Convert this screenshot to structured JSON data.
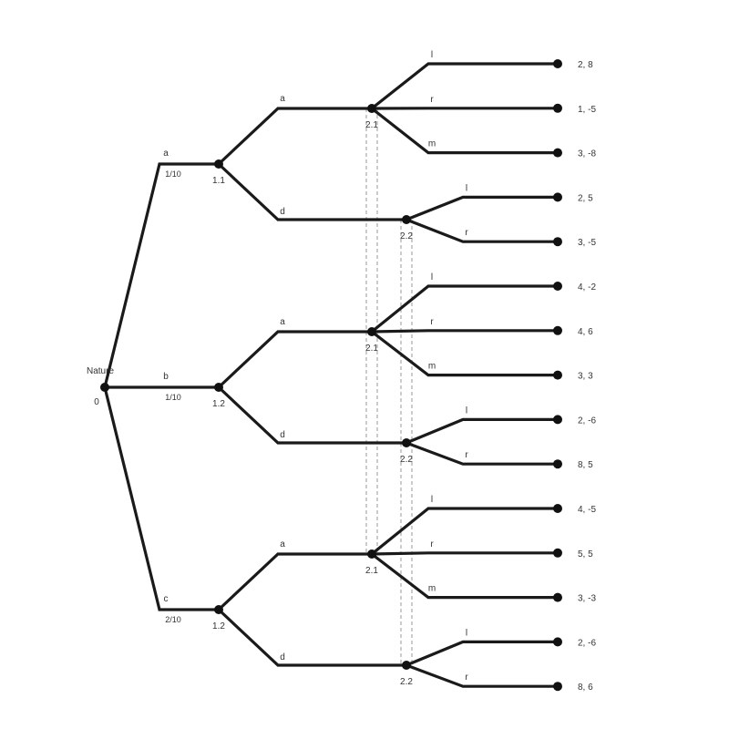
{
  "diagram": {
    "root": {
      "player": "Nature",
      "id": "0"
    },
    "nature_moves": [
      {
        "action": "a",
        "prob": "1/10",
        "node_id": "1.1"
      },
      {
        "action": "b",
        "prob": "1/10",
        "node_id": "1.2"
      },
      {
        "action": "c",
        "prob": "2/10",
        "node_id": "1.2"
      }
    ],
    "player1_actions": [
      "a",
      "d"
    ],
    "player2_info_sets": [
      "2.1",
      "2.2"
    ],
    "player2_actions_after_a": [
      "l",
      "r",
      "m"
    ],
    "player2_actions_after_d": [
      "l",
      "r"
    ],
    "payoffs": [
      "2, 8",
      "1, -5",
      "3, -8",
      "2, 5",
      "3, -5",
      "4, -2",
      "4, 6",
      "3, 3",
      "2, -6",
      "8, 5",
      "4, -5",
      "5, 5",
      "3, -3",
      "2, -6",
      "8, 6"
    ]
  },
  "colors": {
    "edge": "#1a1a1a",
    "node": "#111111",
    "info_set_line": "#9a9a9a"
  }
}
